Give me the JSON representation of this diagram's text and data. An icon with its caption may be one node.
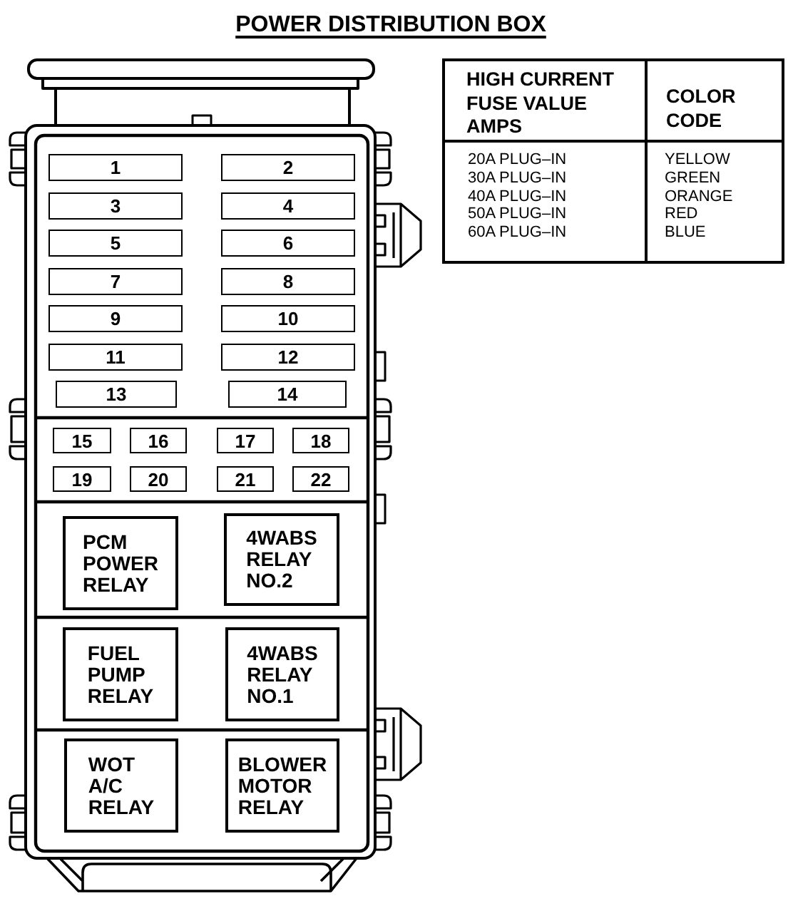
{
  "diagram": {
    "title": "POWER DISTRIBUTION BOX",
    "nodes": [
      {
        "text": [
          "1"
        ]
      },
      {
        "text": [
          "2"
        ]
      },
      {
        "text": [
          "3"
        ]
      },
      {
        "text": [
          "4"
        ]
      },
      {
        "text": [
          "5"
        ]
      },
      {
        "text": [
          "6"
        ]
      },
      {
        "text": [
          "7"
        ]
      },
      {
        "text": [
          "8"
        ]
      },
      {
        "text": [
          "9"
        ]
      },
      {
        "text": [
          "10"
        ]
      },
      {
        "text": [
          "11"
        ]
      },
      {
        "text": [
          "12"
        ]
      },
      {
        "text": [
          "13"
        ]
      },
      {
        "text": [
          "14"
        ]
      },
      {
        "text": [
          "15"
        ]
      },
      {
        "text": [
          "16"
        ]
      },
      {
        "text": [
          "17"
        ]
      },
      {
        "text": [
          "18"
        ]
      },
      {
        "text": [
          "19"
        ]
      },
      {
        "text": [
          "20"
        ]
      },
      {
        "text": [
          "21"
        ]
      },
      {
        "text": [
          "22"
        ]
      },
      {
        "text": [
          "PCM POWER RELAY"
        ]
      },
      {
        "text": [
          "4WABS RELAY NO.2"
        ]
      },
      {
        "text": [
          "FUEL PUMP RELAY"
        ]
      },
      {
        "text": [
          "4WABS RELAY NO.1"
        ]
      },
      {
        "text": [
          "WOT A/C RELAY"
        ]
      },
      {
        "text": [
          "BLOWER MOTOR RELAY"
        ]
      }
    ],
    "labels": [
      "HIGH CURRENT FUSE VALUE AMPS",
      "COLOR CODE",
      "20A PLUG–IN",
      "YELLOW",
      "30A PLUG–IN",
      "GREEN",
      "40A PLUG–IN",
      "ORANGE",
      "50A PLUG–IN",
      "RED",
      "60A PLUG–IN",
      "BLUE"
    ]
  }
}
